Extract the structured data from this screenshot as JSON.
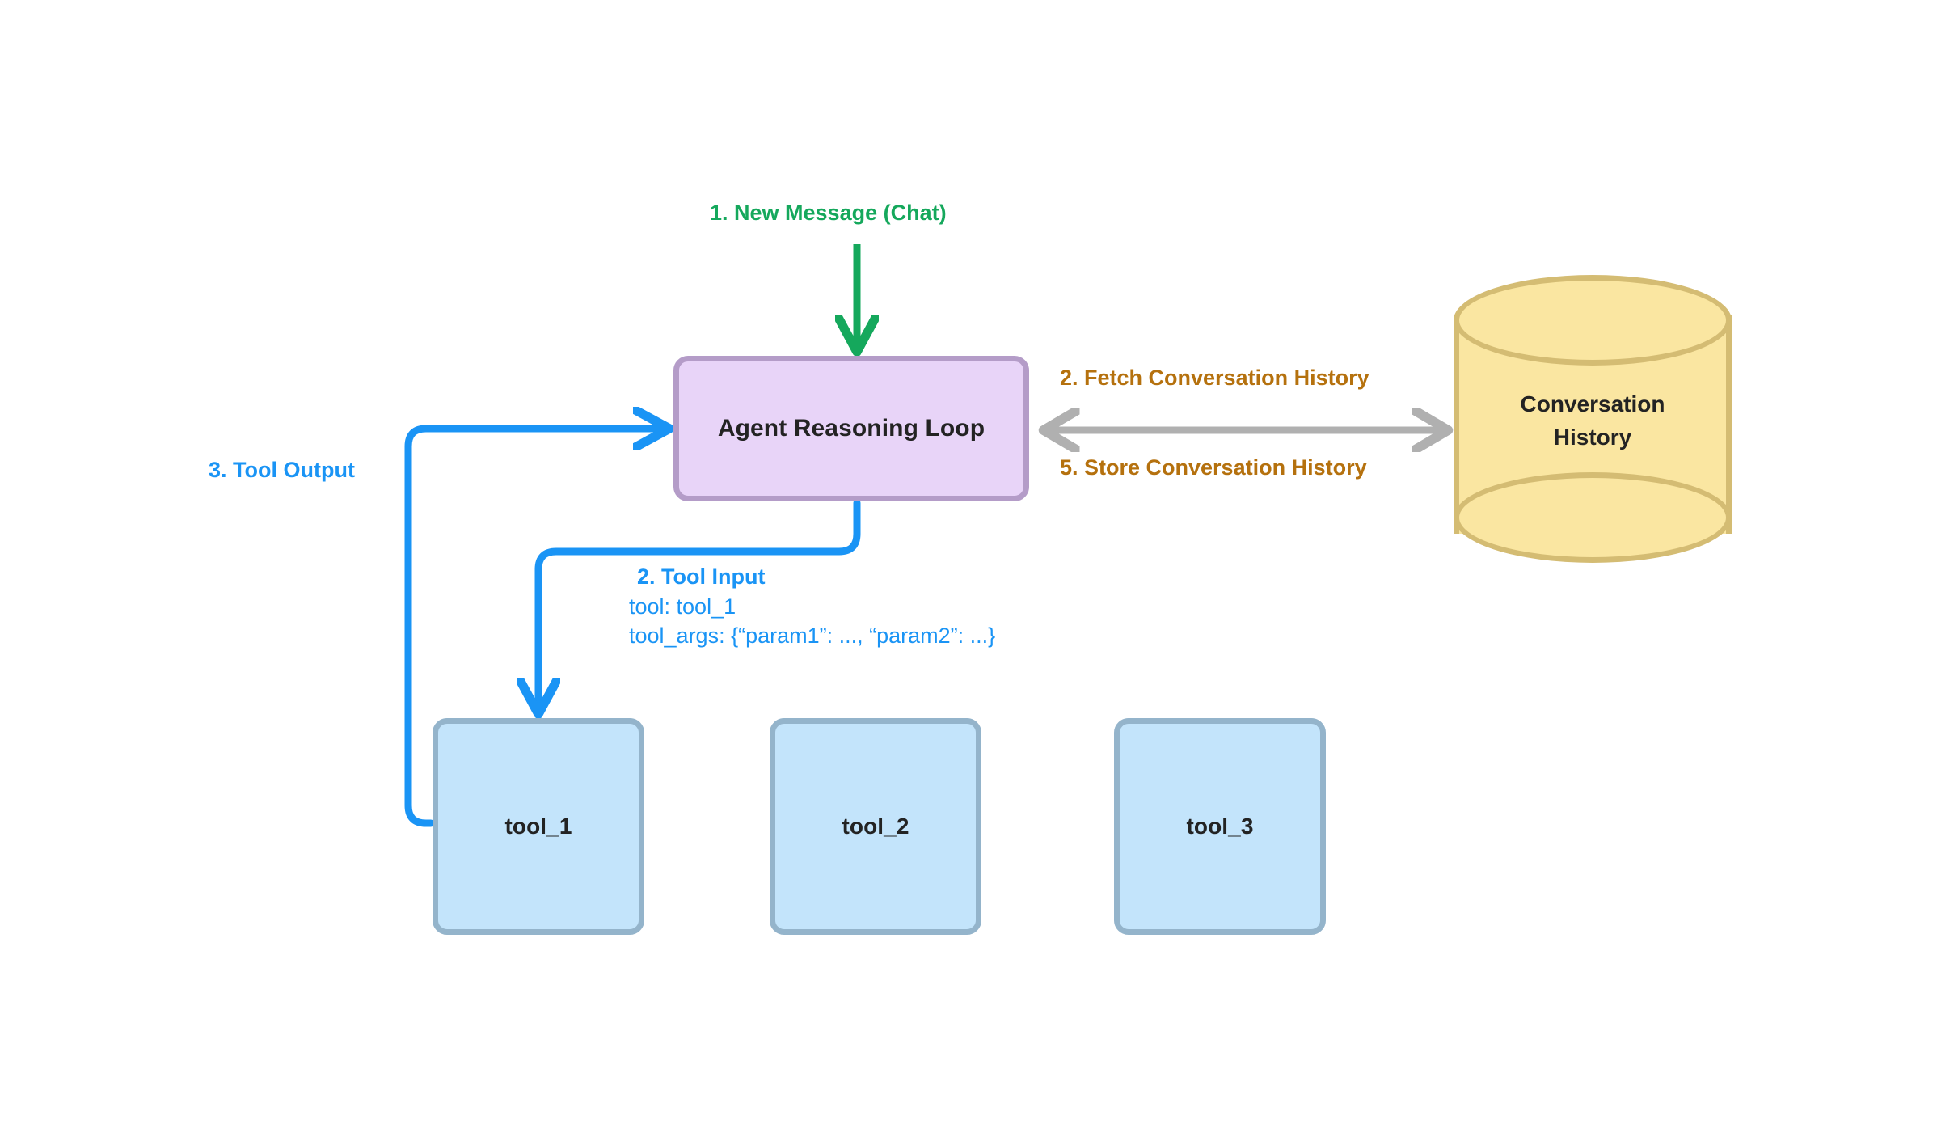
{
  "diagram": {
    "title": "Agent Reasoning Loop",
    "nodes": {
      "agent": {
        "label": "Agent Reasoning Loop",
        "fill": "#e8d4f8",
        "border": "#b49cc8"
      },
      "datastore": {
        "line1": "Conversation",
        "line2": "History",
        "fill": "#fae6a1",
        "border": "#d4bc73"
      },
      "tools": [
        {
          "label": "tool_1"
        },
        {
          "label": "tool_2"
        },
        {
          "label": "tool_3"
        }
      ],
      "tool_fill": "#c3e4fb",
      "tool_border": "#94b4cb"
    },
    "edges": {
      "new_message": {
        "label": "1. New Message (Chat)",
        "color": "#15a85c"
      },
      "fetch_history": {
        "label": "2. Fetch Conversation History",
        "color": "#b5710e"
      },
      "store_history": {
        "label": "5. Store Conversation History",
        "color": "#b5710e"
      },
      "tool_output": {
        "label": "3.  Tool Output",
        "color": "#1a94f5"
      },
      "tool_input": {
        "title": "2.  Tool Input",
        "line_tool": "tool: tool_1",
        "line_args": "tool_args: {“param1”: ..., “param2”: ...}",
        "color": "#1a94f5"
      },
      "history_link_color": "#b0b0b0"
    }
  }
}
